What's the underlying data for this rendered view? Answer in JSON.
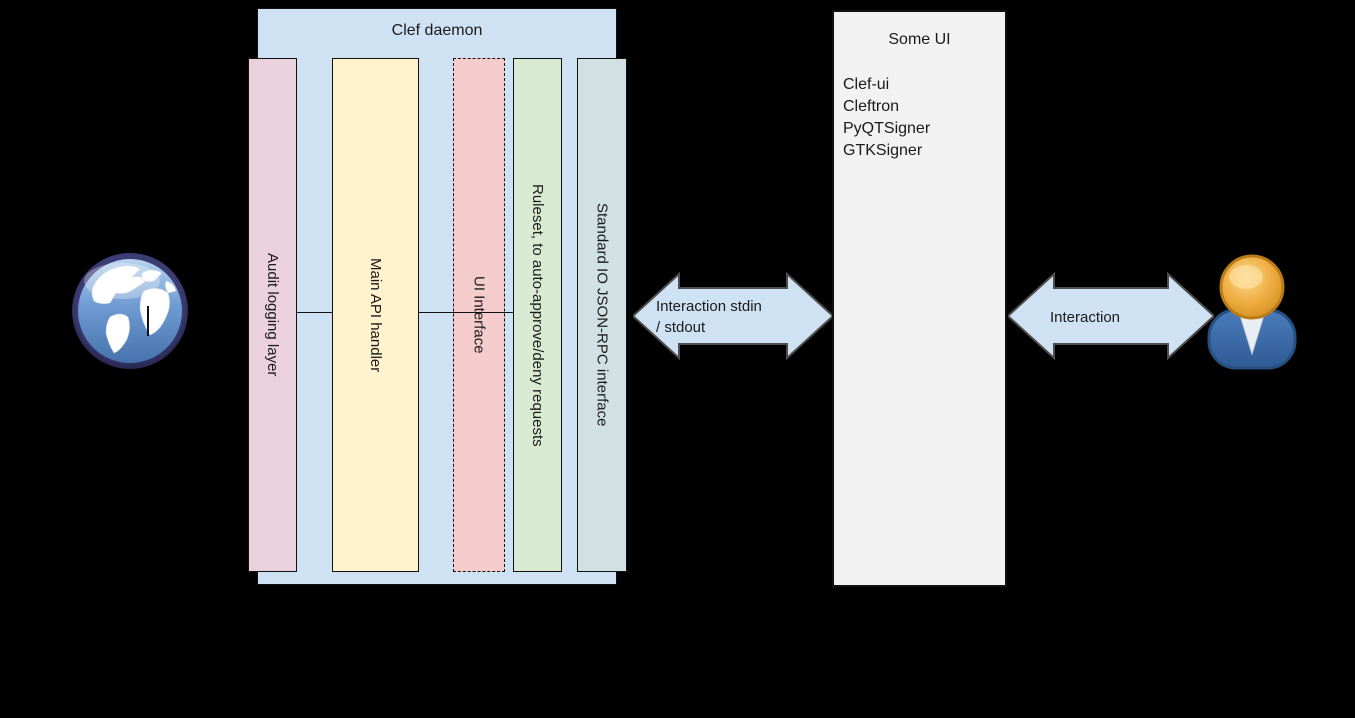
{
  "diagram": {
    "background_color": "#000000",
    "daemon_box": {
      "title": "Clef daemon",
      "fill": "#cfe2f3",
      "layers": [
        {
          "label": "Audit logging layer",
          "fill": "#ead1dc",
          "border_style": "solid"
        },
        {
          "label": "Main API handler",
          "fill": "#fff2cc",
          "border_style": "solid"
        },
        {
          "label": "UI Interface",
          "fill": "#f4cccc",
          "border_style": "dashed"
        },
        {
          "label": "Ruleset, to auto-approve/deny requests",
          "fill": "#d9ead3",
          "border_style": "solid"
        },
        {
          "label": "Standard IO JSON-RPC interface",
          "fill": "#d0e0e3",
          "border_style": "solid"
        }
      ]
    },
    "ui_box": {
      "title": "Some UI",
      "fill": "#f2f2f2",
      "items": [
        {
          "label": "Clef-ui"
        },
        {
          "label": "Cleftron"
        },
        {
          "label": "PyQTSigner"
        },
        {
          "label": "GTKSigner"
        }
      ]
    },
    "arrows": [
      {
        "label_line1": "Interaction stdin",
        "label_line2": "/ stdout",
        "fill": "#cfe2f3",
        "stroke": "#4d4d4d"
      },
      {
        "label": "Interaction",
        "fill": "#cfe2f3",
        "stroke": "#4d4d4d"
      }
    ],
    "icons": {
      "left": "globe-icon",
      "right": "user-icon"
    }
  }
}
